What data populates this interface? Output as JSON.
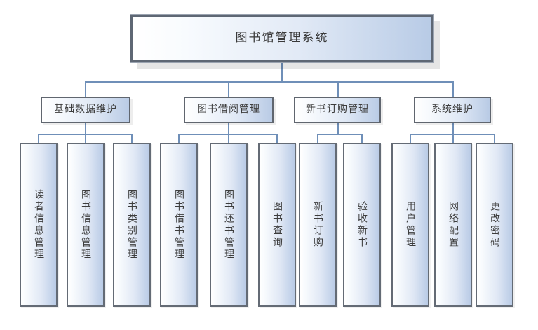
{
  "diagram": {
    "title": "图书馆管理系统",
    "type": "hierarchy-tree",
    "root": {
      "label": "图书馆管理系统"
    },
    "level2": [
      {
        "label": "基础数据维护"
      },
      {
        "label": "图书借阅管理"
      },
      {
        "label": "新书订购管理"
      },
      {
        "label": "系统维护"
      }
    ],
    "leaves": [
      {
        "label": "读者信息管理"
      },
      {
        "label": "图书信息管理"
      },
      {
        "label": "图书类别管理"
      },
      {
        "label": "图书借书管理"
      },
      {
        "label": "图书还书管理"
      },
      {
        "label": "图书查询"
      },
      {
        "label": "新书订购"
      },
      {
        "label": "验收新书"
      },
      {
        "label": "用户管理"
      },
      {
        "label": "网络配置"
      },
      {
        "label": "更改密码"
      }
    ],
    "colors": {
      "connector": "#6f8fb8",
      "box_border": "#5e6774",
      "fill_light": "#ffffff",
      "fill_dark": "#b8cbe6",
      "text": "#3d3d3d",
      "shadow": "#d6d6d6",
      "background": "#ffffff"
    }
  }
}
